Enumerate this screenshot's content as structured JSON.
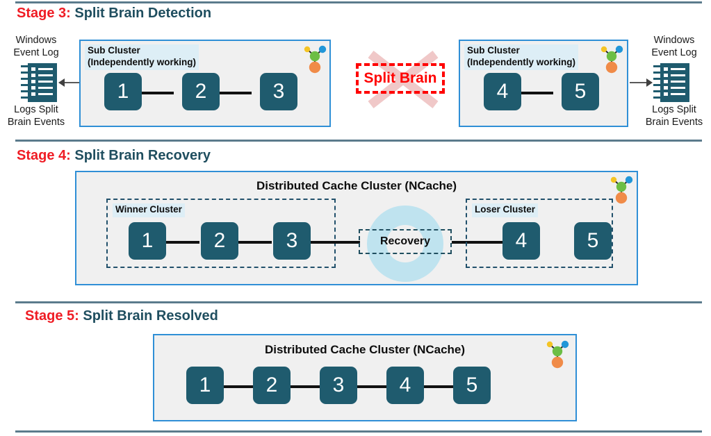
{
  "stages": [
    {
      "id": "stage-3",
      "number_label": "Stage 3:",
      "title": " Split Brain Detection",
      "left_caption_top": "Windows\nEvent Log",
      "left_caption_bottom": "Logs Split\nBrain Events",
      "right_caption_top": "Windows\nEvent Log",
      "right_caption_bottom": "Logs Split\nBrain Events",
      "left_cluster": {
        "label_line1": "Sub Cluster",
        "label_line2": "(Independently working)",
        "nodes": [
          "1",
          "2",
          "3"
        ]
      },
      "right_cluster": {
        "label_line1": "Sub Cluster",
        "label_line2": "(Independently working)",
        "nodes": [
          "4",
          "5"
        ]
      },
      "split_brain_badge": "Split Brain"
    },
    {
      "id": "stage-4",
      "number_label": "Stage 4:",
      "title": " Split Brain Recovery",
      "cluster_title": "Distributed Cache Cluster (NCache)",
      "winner_label": "Winner Cluster",
      "winner_nodes": [
        "1",
        "2",
        "3"
      ],
      "loser_label": "Loser Cluster",
      "loser_nodes": [
        "4",
        "5"
      ],
      "recovery_label": "Recovery"
    },
    {
      "id": "stage-5",
      "number_label": "Stage 5:",
      "title": " Split Brain Resolved",
      "cluster_title": "Distributed Cache Cluster (NCache)",
      "nodes": [
        "1",
        "2",
        "3",
        "4",
        "5"
      ]
    }
  ],
  "icons": {
    "ncache_logo": "ncache-logo-icon",
    "event_log": "windows-event-log-icon",
    "split_brain_cross": "red-cross-icon"
  },
  "colors": {
    "node_fill": "#1f5b6e",
    "cluster_border": "#2f8fd6",
    "cluster_fill": "#f0f0f0",
    "stage_number": "#ef1c24",
    "stage_title": "#1f4e5f",
    "label_badge": "#ddeef6",
    "split_brain_red": "#ff0000",
    "donut": "#bfe3ef",
    "rule": "#5b7b8c",
    "logo_yellow": "#f4c425",
    "logo_blue": "#2196d8",
    "logo_green": "#6cbe45",
    "logo_orange": "#f08b48"
  }
}
